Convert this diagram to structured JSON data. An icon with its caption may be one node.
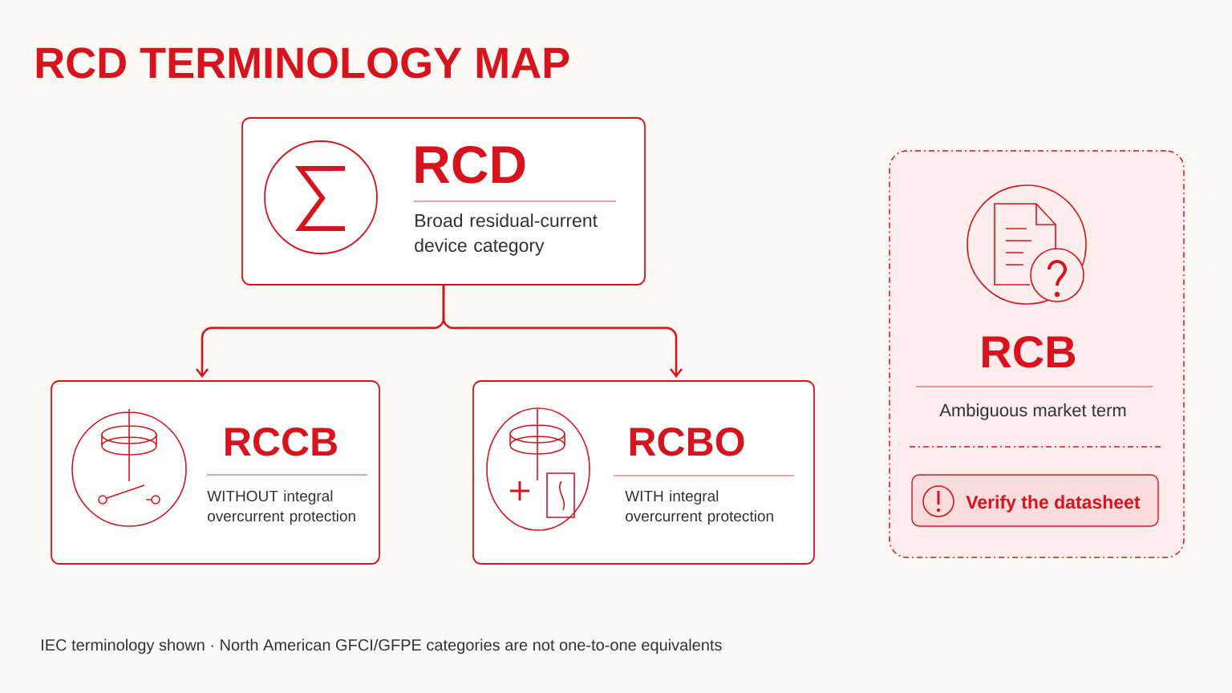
{
  "diagram": {
    "title": "RCD TERMINOLOGY MAP",
    "nodes": [
      {
        "text": [
          "RCD",
          "Broad residual-current device category"
        ]
      },
      {
        "text": [
          "RCCB",
          "WITHOUT integral overcurrent protection"
        ]
      },
      {
        "text": [
          "RCBO",
          "WITH integral overcurrent protection"
        ]
      },
      {
        "text": [
          "RCB",
          "Ambiguous market term"
        ]
      },
      {
        "text": [
          "Verify the datasheet"
        ],
        "in": 3
      }
    ],
    "edges": [
      {
        "from": 0,
        "to": 1,
        "arrow": "to"
      },
      {
        "from": 0,
        "to": 2,
        "arrow": "to"
      }
    ],
    "labels": [
      "IEC terminology shown · North American GFCI/GFPE categories are not one-to-one equivalents"
    ]
  }
}
